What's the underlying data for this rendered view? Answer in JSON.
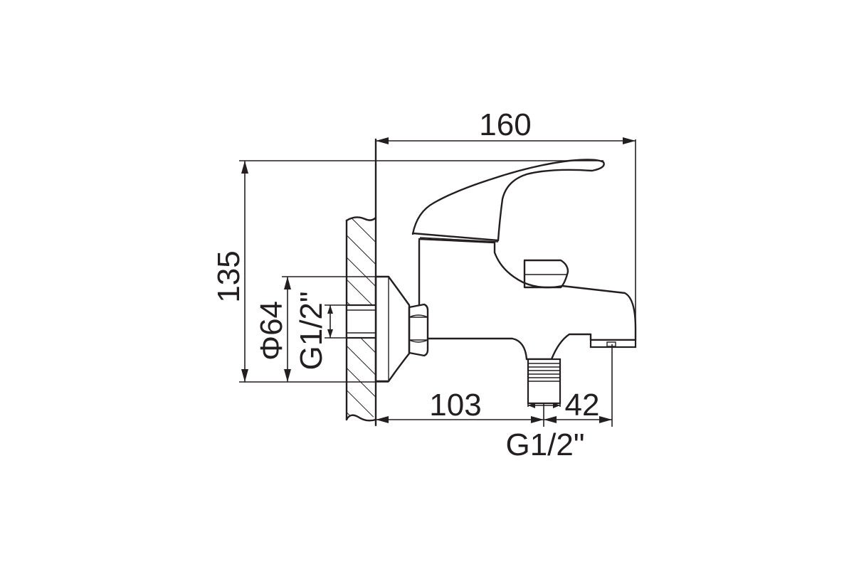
{
  "dimensions": {
    "total_width": "160",
    "total_height": "135",
    "escutcheon_diameter": "Φ64",
    "wall_thread": "G1/2\"",
    "spout_offset": "103",
    "outlet_spacing": "42",
    "outlet_thread": "G1/2\""
  },
  "colors": {
    "line": "#231f20",
    "background": "#ffffff"
  }
}
